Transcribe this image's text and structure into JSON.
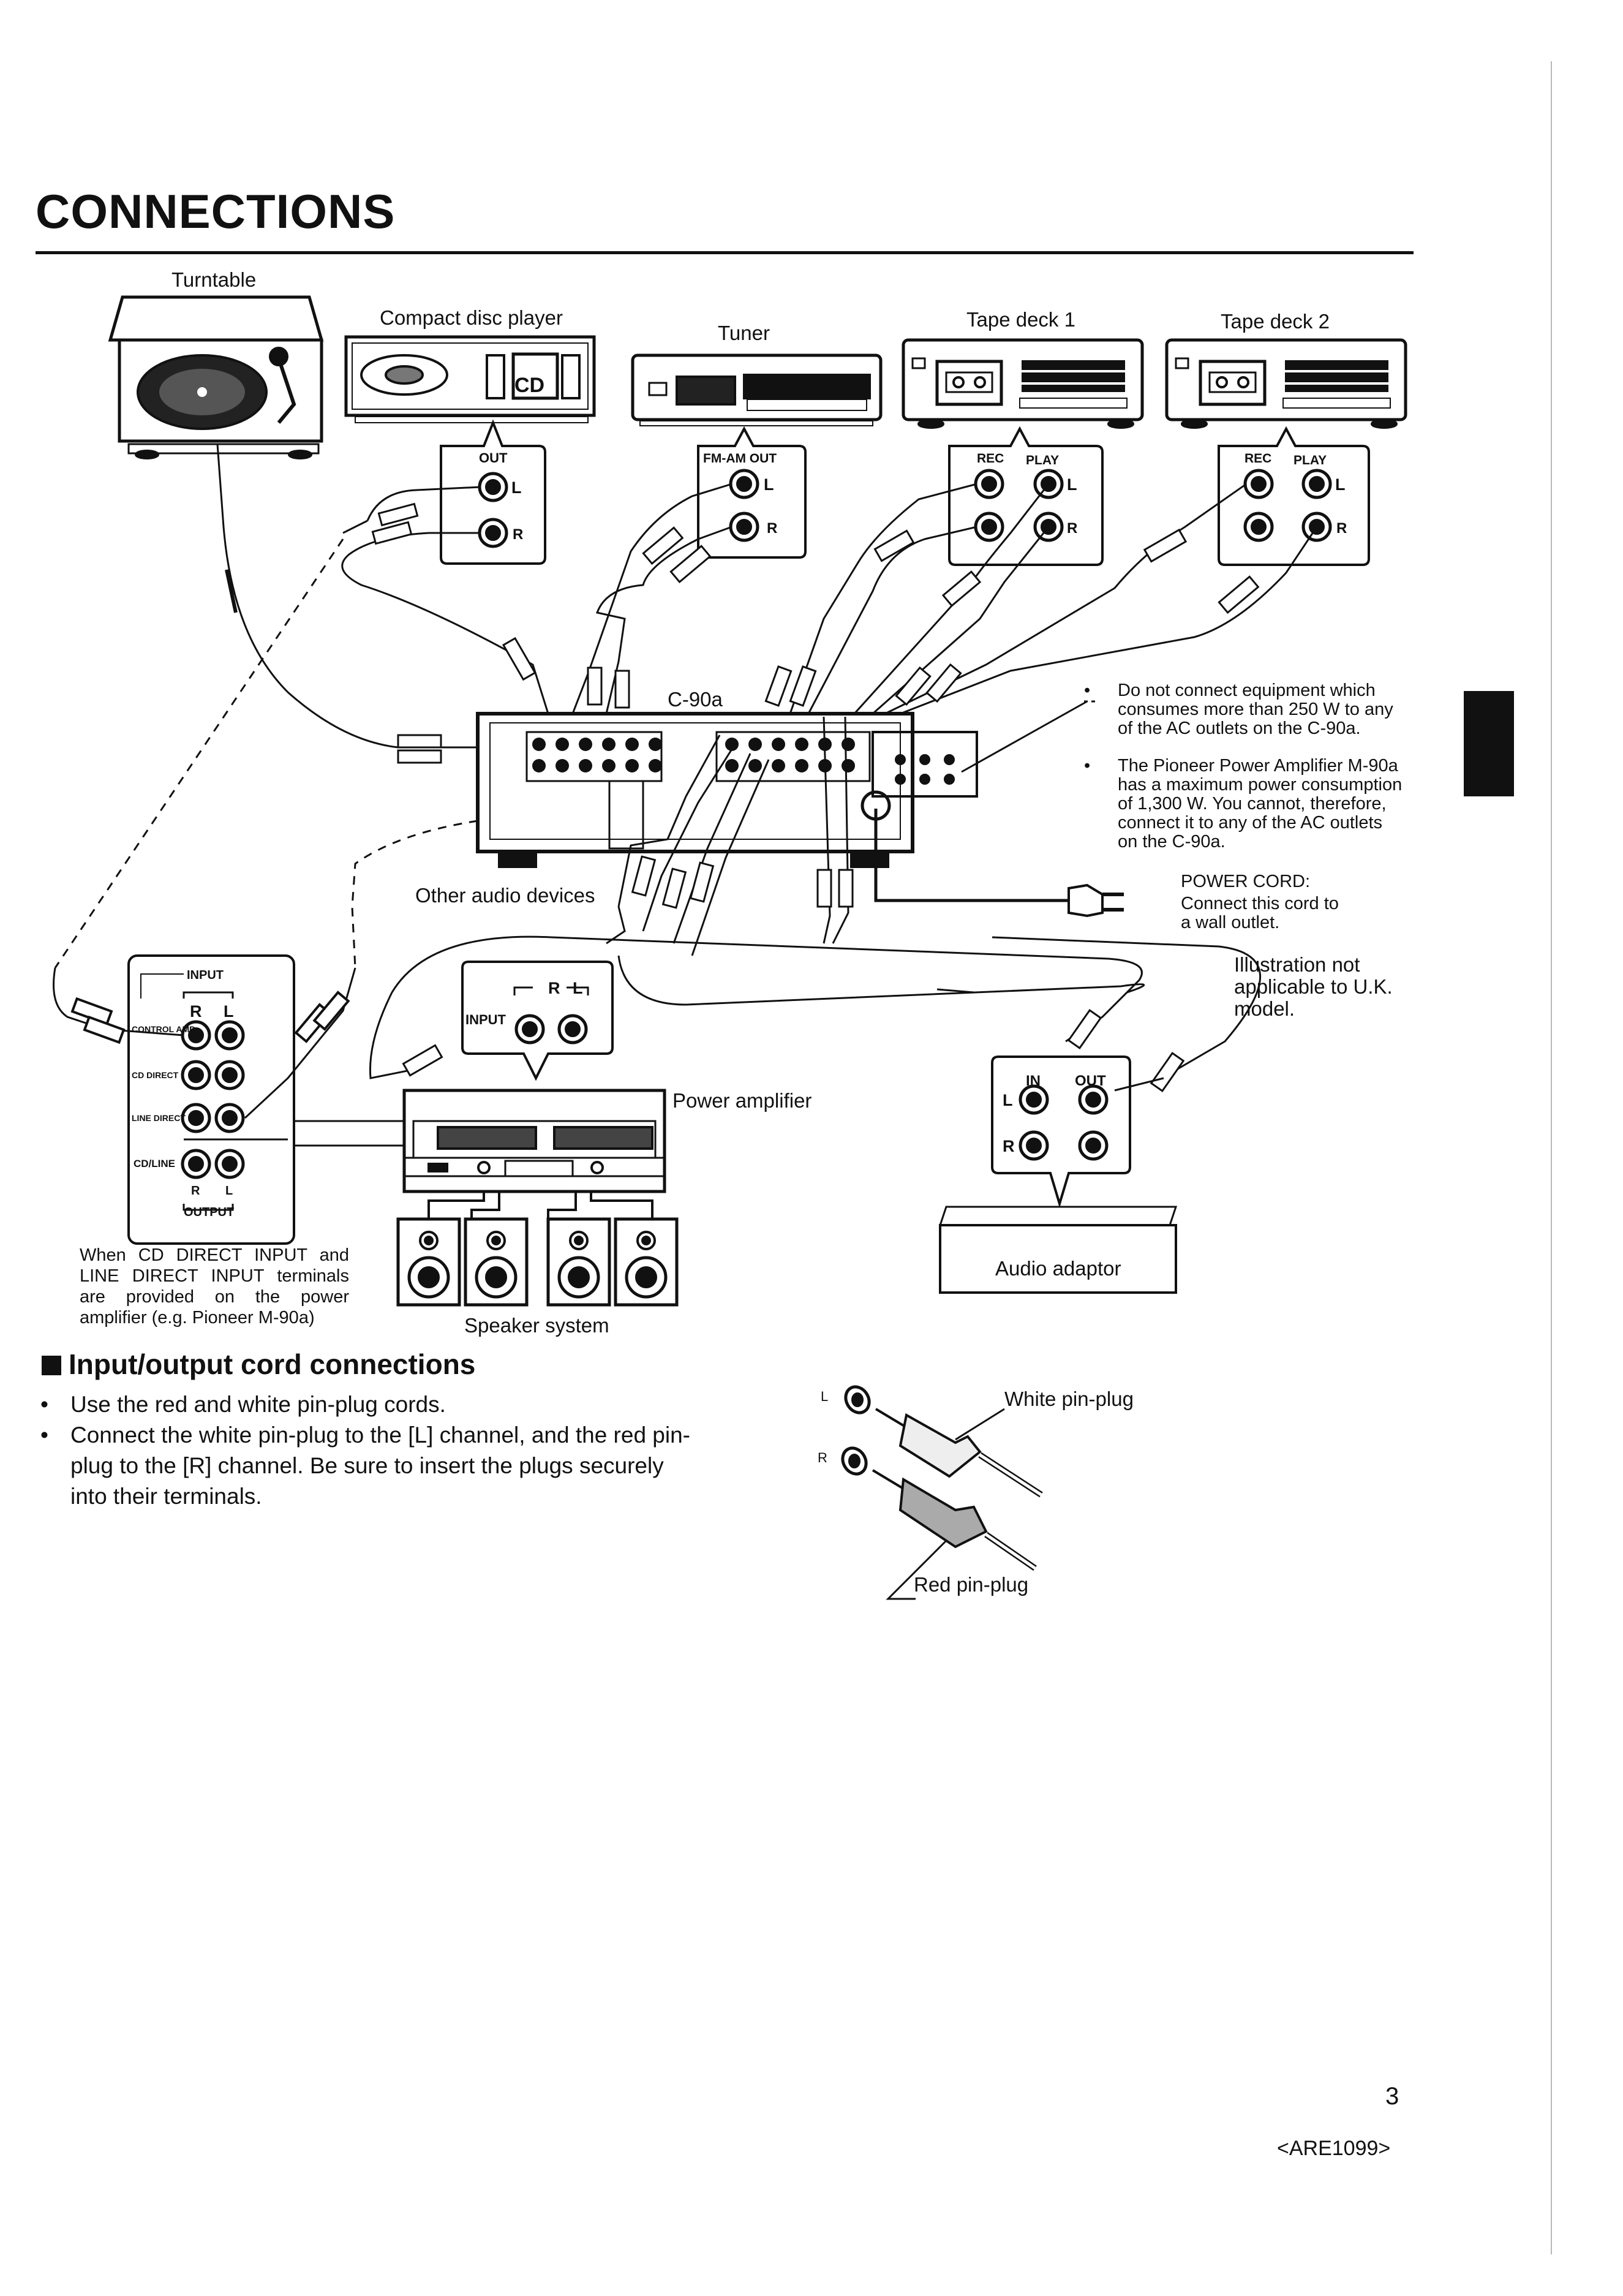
{
  "title": "CONNECTIONS",
  "devices": {
    "turntable": "Turntable",
    "cd_player": "Compact disc player",
    "cd_badge": "CD",
    "tuner": "Tuner",
    "tuner_badge": "FM-AM",
    "tape_deck_1": "Tape deck 1",
    "tape_deck_2": "Tape deck 2",
    "amplifier": "C-90a",
    "other_audio": "Other audio devices",
    "power_amplifier": "Power amplifier",
    "audio_adaptor": "Audio adaptor",
    "speaker_system": "Speaker system"
  },
  "terminals": {
    "out": "OUT",
    "fm_am_out": "FM-AM OUT",
    "rec": "REC",
    "play": "PLAY",
    "l": "L",
    "r": "R",
    "input": "INPUT",
    "in": "IN",
    "output": "OUTPUT",
    "control_amp": "CONTROL AMP",
    "cd_direct": "CD DIRECT",
    "line_direct": "LINE DIRECT",
    "cd_line": "CD/LINE"
  },
  "notes": [
    "Do not connect equipment which consumes more than 250 W to any of the AC outlets on the C-90a.",
    "The Pioneer Power Amplifier M-90a has a maximum power consumption of 1,300 W. You cannot, therefore, connect it to any of the AC outlets on the C-90a."
  ],
  "power_cord": {
    "label": "POWER CORD:",
    "text": "Connect this cord to a wall outlet."
  },
  "illustration_note": "Illustration not applicable to U.K. model.",
  "cd_direct_caption": "When CD DIRECT INPUT and LINE DIRECT INPUT terminals are provided on the power amplifier (e.g. Pioneer M-90a)",
  "section": {
    "heading": "Input/output cord connections",
    "bullets": [
      "Use the red and white pin-plug cords.",
      "Connect the white pin-plug to the [L] channel, and the red pin-plug to the [R] channel. Be sure to insert the plugs securely into their terminals."
    ]
  },
  "plugs": {
    "white": "White pin-plug",
    "red": "Red pin-plug",
    "l": "L",
    "r": "R"
  },
  "page_number": "3",
  "doc_code": "<ARE1099>",
  "colors": {
    "ink": "#111111",
    "paper": "#ffffff"
  }
}
